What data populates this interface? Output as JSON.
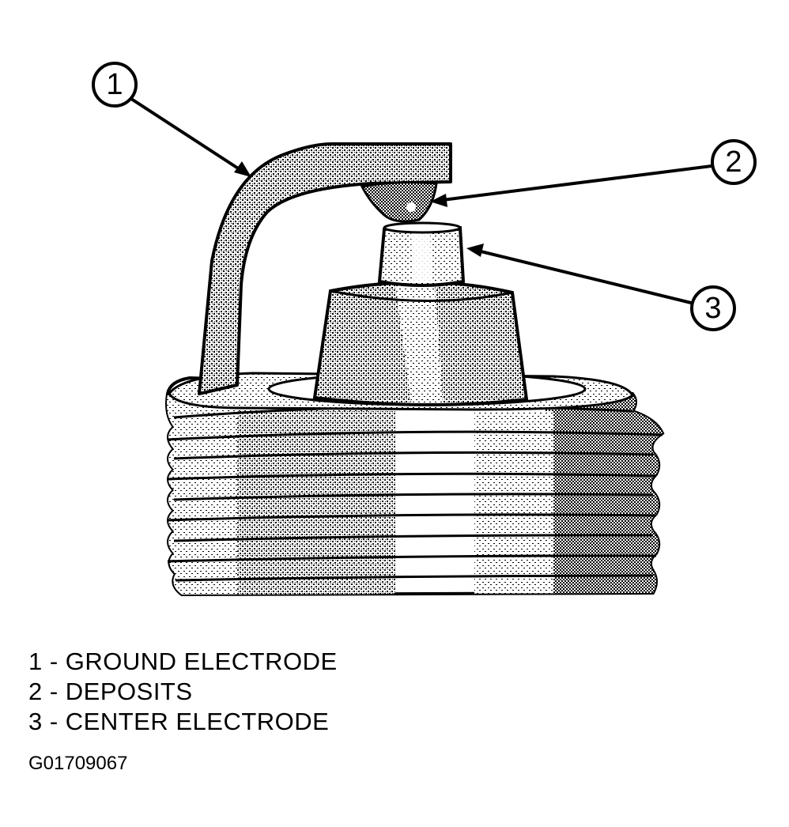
{
  "callouts": [
    {
      "number": "1",
      "part": "GROUND ELECTRODE"
    },
    {
      "number": "2",
      "part": "DEPOSITS"
    },
    {
      "number": "3",
      "part": "CENTER ELECTRODE"
    }
  ],
  "legend": [
    "1 - GROUND ELECTRODE",
    "2 - DEPOSITS",
    "3 - CENTER ELECTRODE"
  ],
  "figure_id": "G01709067",
  "colors": {
    "ink": "#000000",
    "paper": "#ffffff",
    "shade": "#9a9a9a"
  }
}
